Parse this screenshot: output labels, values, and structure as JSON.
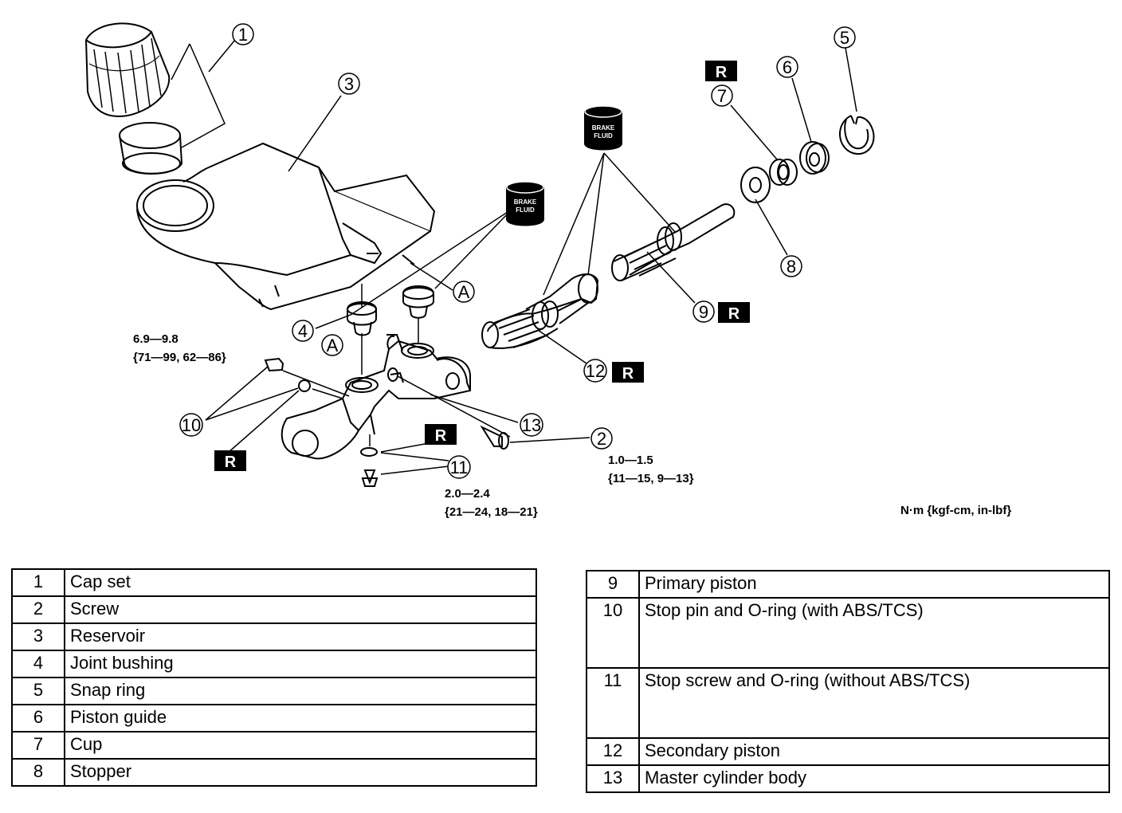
{
  "callouts": {
    "c1": "1",
    "c2": "2",
    "c3": "3",
    "c4": "4",
    "c5": "5",
    "c6": "6",
    "c7": "7",
    "c8": "8",
    "c9": "9",
    "c10": "10",
    "c11": "11",
    "c12": "12",
    "c13": "13",
    "a1": "A",
    "a2": "A"
  },
  "badges": {
    "r": "R"
  },
  "fluid_label": [
    "BRAKE",
    "FLUID"
  ],
  "torque": {
    "t10_a": "6.9—9.8",
    "t10_b": "{71—99, 62—86}",
    "t2_a": "1.0—1.5",
    "t2_b": "{11—15, 9—13}",
    "t11_a": "2.0—2.4",
    "t11_b": "{21—24, 18—21}",
    "units": "N·m {kgf-cm, in-lbf}"
  },
  "parts_left": [
    {
      "num": "1",
      "name": "Cap set"
    },
    {
      "num": "2",
      "name": "Screw"
    },
    {
      "num": "3",
      "name": "Reservoir"
    },
    {
      "num": "4",
      "name": "Joint bushing"
    },
    {
      "num": "5",
      "name": "Snap ring"
    },
    {
      "num": "6",
      "name": "Piston guide"
    },
    {
      "num": "7",
      "name": "Cup"
    },
    {
      "num": "8",
      "name": "Stopper"
    }
  ],
  "parts_right": [
    {
      "num": "9",
      "name": "Primary piston"
    },
    {
      "num": "10",
      "name": "Stop pin and O-ring (with ABS/TCS)"
    },
    {
      "num": "11",
      "name": "Stop screw and O-ring (without ABS/TCS)"
    },
    {
      "num": "12",
      "name": "Secondary piston"
    },
    {
      "num": "13",
      "name": "Master cylinder body"
    }
  ]
}
